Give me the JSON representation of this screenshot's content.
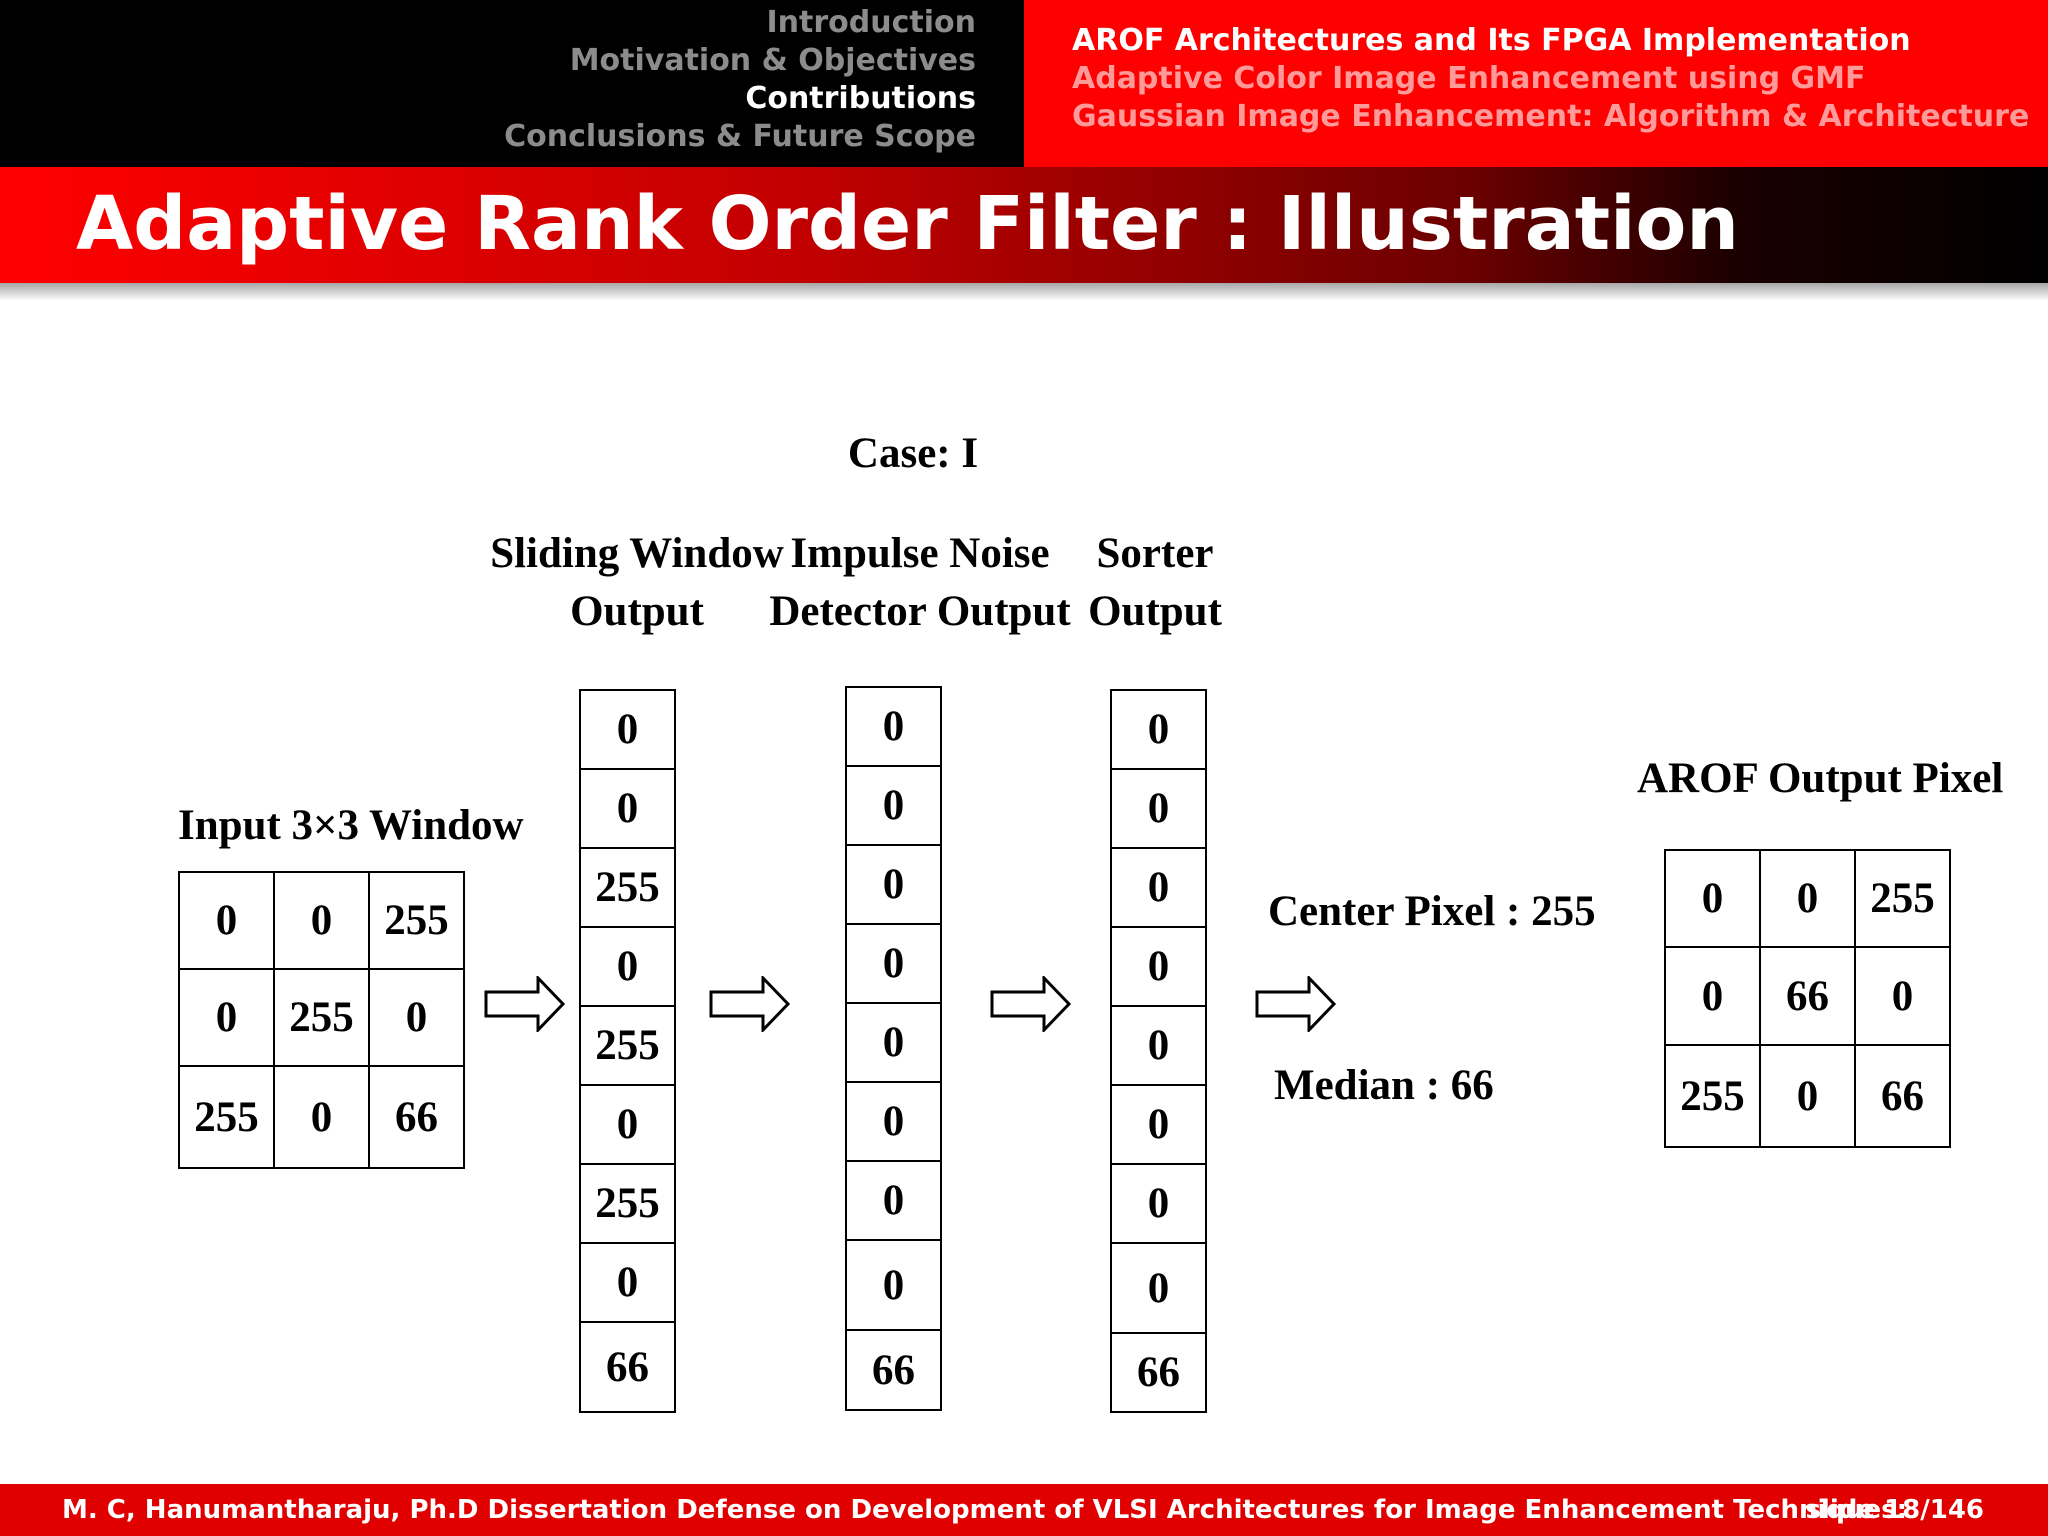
{
  "header": {
    "sections": [
      {
        "label": "Introduction",
        "active": false
      },
      {
        "label": "Motivation & Objectives",
        "active": false
      },
      {
        "label": "Contributions",
        "active": true
      },
      {
        "label": "Conclusions & Future Scope",
        "active": false
      }
    ],
    "subsections": [
      {
        "label": "AROF Architectures and Its FPGA Implementation",
        "active": true
      },
      {
        "label": "Adaptive Color Image Enhancement using GMF",
        "active": false
      },
      {
        "label": "Gaussian Image Enhancement: Algorithm & Architecture",
        "active": false
      }
    ]
  },
  "title": "Adaptive Rank Order Filter : Illustration",
  "diagram": {
    "case_label": "Case: I",
    "input_window": {
      "label": "Input 3×3 Window",
      "rows": [
        [
          "0",
          "0",
          "255"
        ],
        [
          "0",
          "255",
          "0"
        ],
        [
          "255",
          "0",
          "66"
        ]
      ]
    },
    "sliding_window": {
      "label_line1": "Sliding Window",
      "label_line2": "Output",
      "values": [
        "0",
        "0",
        "255",
        "0",
        "255",
        "0",
        "255",
        "0",
        "66"
      ]
    },
    "impulse_noise": {
      "label_line1": "Impulse Noise",
      "label_line2": "Detector Output",
      "values": [
        "0",
        "0",
        "0",
        "0",
        "0",
        "0",
        "0",
        "0",
        "66"
      ]
    },
    "sorter": {
      "label_line1": "Sorter",
      "label_line2": "Output",
      "values": [
        "0",
        "0",
        "0",
        "0",
        "0",
        "0",
        "0",
        "0",
        "66"
      ]
    },
    "center_pixel": "Center Pixel : 255",
    "median": "Median : 66",
    "output_pixel": {
      "label": "AROF Output Pixel",
      "rows": [
        [
          "0",
          "0",
          "255"
        ],
        [
          "0",
          "66",
          "0"
        ],
        [
          "255",
          "0",
          "66"
        ]
      ]
    }
  },
  "footer": {
    "text": "M. C, Hanumantharaju, Ph.D Dissertation Defense on Development of VLSI Architectures for Image Enhancement Techniques:",
    "slide_number": "slide 18/146"
  },
  "colors": {
    "header_left": "#000000",
    "header_right": "#ff0000",
    "footer": "#e00000",
    "inactive_section": "#8c8c8c",
    "inactive_subsection": "#ff9a9a"
  }
}
